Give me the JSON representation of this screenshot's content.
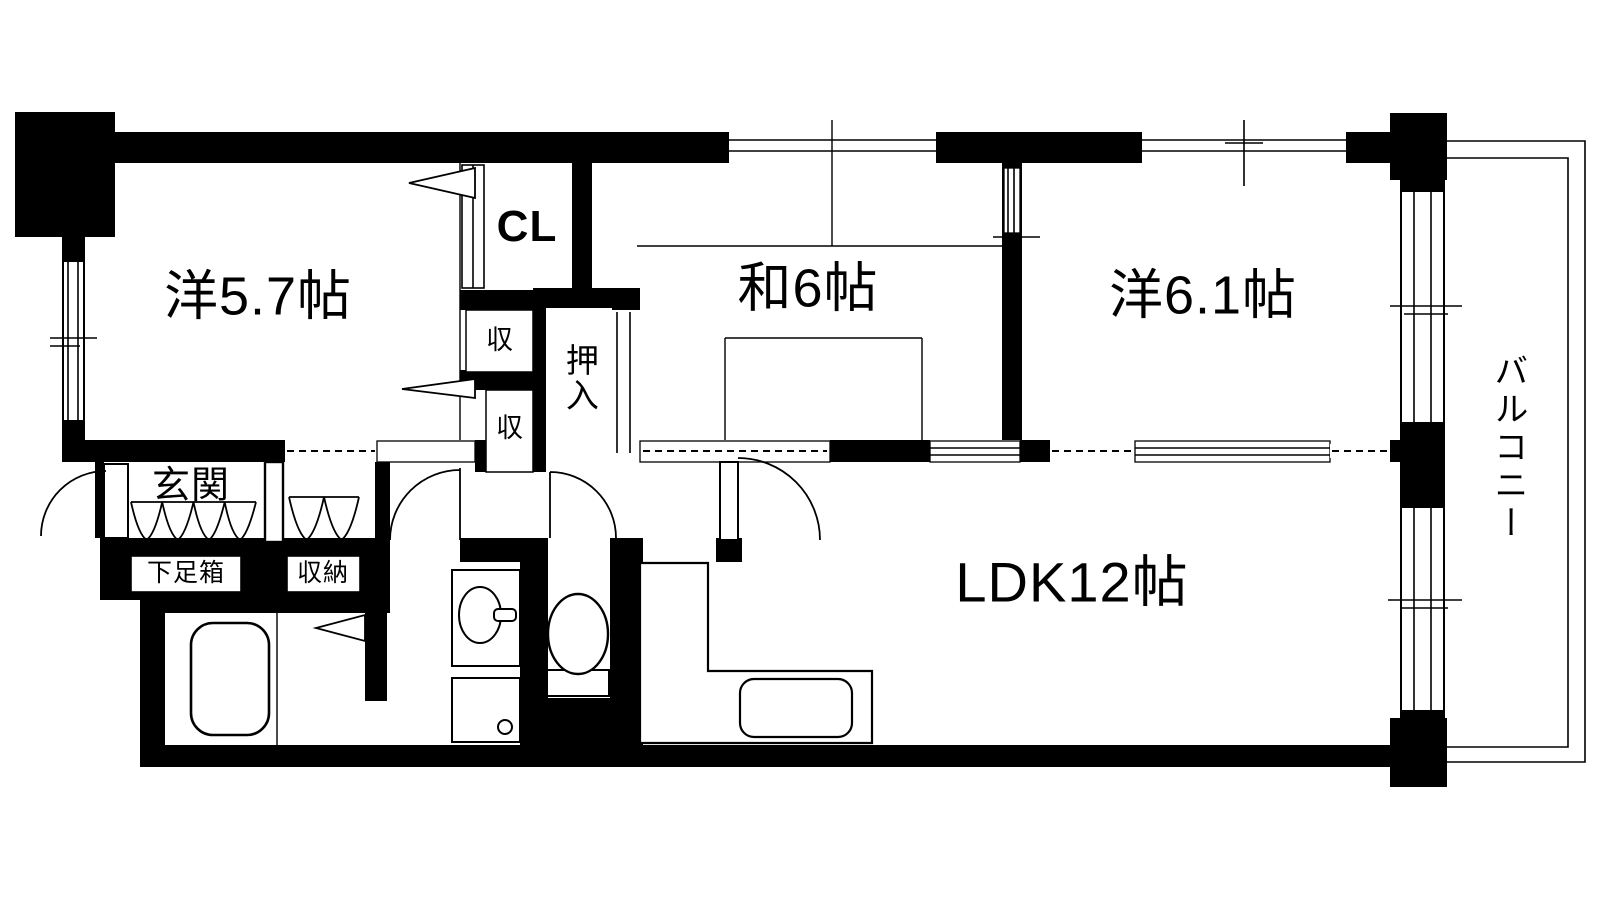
{
  "floorplan": {
    "rooms": {
      "western_5_7": "洋5.7帖",
      "japanese_6": "和6帖",
      "western_6_1": "洋6.1帖",
      "ldk": "LDK12帖",
      "balcony": "バルコニー",
      "genkan": "玄関",
      "closet_cl": "CL",
      "oshiire": "押入",
      "storage_upper": "収",
      "storage_lower": "収",
      "shoe_cabinet": "下足箱",
      "storage_cabinet": "収納"
    },
    "colors": {
      "wall": "#000000",
      "floor": "#ffffff",
      "line": "#000000"
    }
  }
}
